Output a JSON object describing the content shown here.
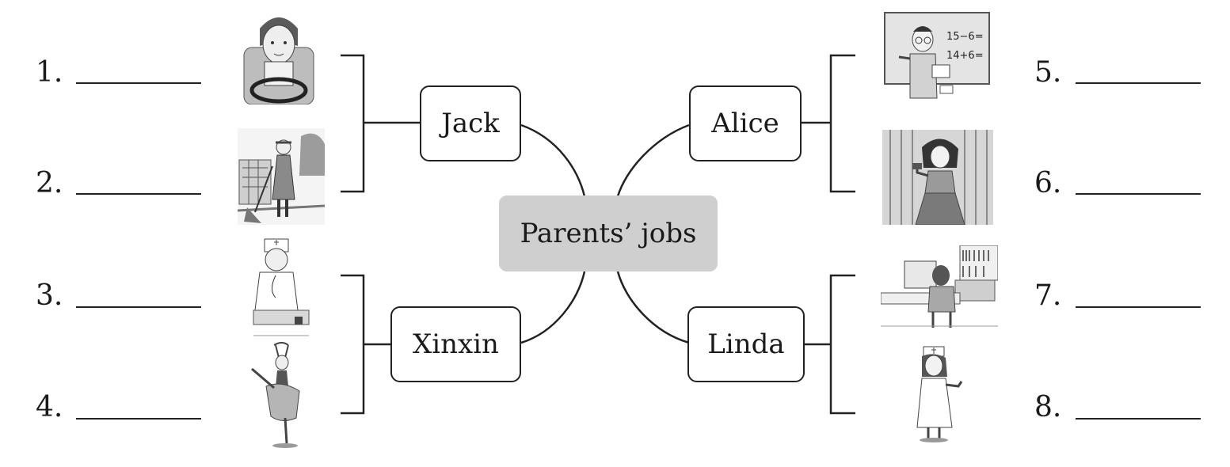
{
  "center": {
    "label": "Parents’ jobs"
  },
  "children": [
    {
      "name": "Jack",
      "side": "left",
      "jobs": [
        "driver",
        "cleaner"
      ]
    },
    {
      "name": "Xinxin",
      "side": "left",
      "jobs": [
        "doctor",
        "dancer"
      ]
    },
    {
      "name": "Alice",
      "side": "right",
      "jobs": [
        "teacher",
        "singer"
      ]
    },
    {
      "name": "Linda",
      "side": "right",
      "jobs": [
        "office worker",
        "nurse"
      ]
    }
  ],
  "items": [
    {
      "number": "1.",
      "answer": ""
    },
    {
      "number": "2.",
      "answer": ""
    },
    {
      "number": "3.",
      "answer": ""
    },
    {
      "number": "4.",
      "answer": ""
    },
    {
      "number": "5.",
      "answer": ""
    },
    {
      "number": "6.",
      "answer": ""
    },
    {
      "number": "7.",
      "answer": ""
    },
    {
      "number": "8.",
      "answer": ""
    }
  ],
  "teacher_board": {
    "line1": "15−6=",
    "line2": "14+6="
  },
  "colors": {
    "center_fill": "#cfcfcf",
    "line": "#222222",
    "picture_gray": "#9a9a9a"
  }
}
